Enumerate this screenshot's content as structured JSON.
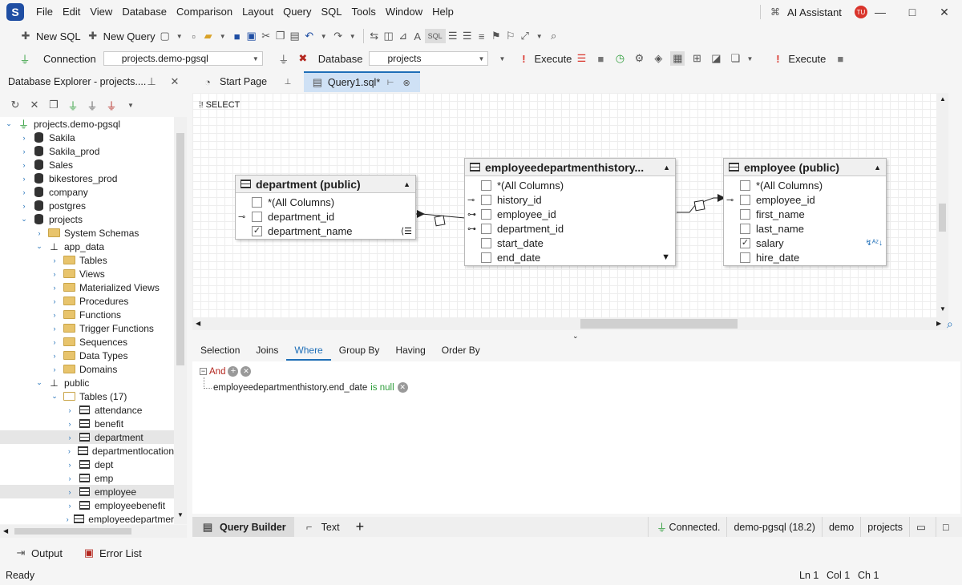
{
  "menu": [
    "File",
    "Edit",
    "View",
    "Database",
    "Comparison",
    "Layout",
    "Query",
    "SQL",
    "Tools",
    "Window",
    "Help"
  ],
  "ai_assistant": "AI Assistant",
  "avatar_initials": "TU",
  "toolbar1": {
    "new_sql": "New SQL",
    "new_query": "New Query"
  },
  "toolbar2": {
    "connection_label": "Connection",
    "connection_value": "projects.demo-pgsql",
    "database_label": "Database",
    "database_value": "projects",
    "execute": "Execute",
    "execute2": "Execute"
  },
  "explorer": {
    "title": "Database Explorer - projects....",
    "items": [
      {
        "label": "projects.demo-pgsql",
        "level": 0,
        "icon": "plug",
        "chev": "open"
      },
      {
        "label": "Sakila",
        "level": 1,
        "icon": "db",
        "chev": "closed"
      },
      {
        "label": "Sakila_prod",
        "level": 1,
        "icon": "db",
        "chev": "closed"
      },
      {
        "label": "Sales",
        "level": 1,
        "icon": "db",
        "chev": "closed"
      },
      {
        "label": "bikestores_prod",
        "level": 1,
        "icon": "db",
        "chev": "closed"
      },
      {
        "label": "company",
        "level": 1,
        "icon": "db",
        "chev": "closed"
      },
      {
        "label": "postgres",
        "level": 1,
        "icon": "db",
        "chev": "closed"
      },
      {
        "label": "projects",
        "level": 1,
        "icon": "db",
        "chev": "open"
      },
      {
        "label": "System Schemas",
        "level": 2,
        "icon": "folder",
        "chev": "closed"
      },
      {
        "label": "app_data",
        "level": 2,
        "icon": "schema",
        "chev": "open"
      },
      {
        "label": "Tables",
        "level": 3,
        "icon": "folder",
        "chev": "closed"
      },
      {
        "label": "Views",
        "level": 3,
        "icon": "folder",
        "chev": "closed"
      },
      {
        "label": "Materialized Views",
        "level": 3,
        "icon": "folder",
        "chev": "closed"
      },
      {
        "label": "Procedures",
        "level": 3,
        "icon": "folder",
        "chev": "closed"
      },
      {
        "label": "Functions",
        "level": 3,
        "icon": "folder",
        "chev": "closed"
      },
      {
        "label": "Trigger Functions",
        "level": 3,
        "icon": "folder",
        "chev": "closed"
      },
      {
        "label": "Sequences",
        "level": 3,
        "icon": "folder",
        "chev": "closed"
      },
      {
        "label": "Data Types",
        "level": 3,
        "icon": "folder",
        "chev": "closed"
      },
      {
        "label": "Domains",
        "level": 3,
        "icon": "folder",
        "chev": "closed"
      },
      {
        "label": "public",
        "level": 2,
        "icon": "schema",
        "chev": "open"
      },
      {
        "label": "Tables (17)",
        "level": 3,
        "icon": "folder-open",
        "chev": "open"
      },
      {
        "label": "attendance",
        "level": 4,
        "icon": "table",
        "chev": "closed"
      },
      {
        "label": "benefit",
        "level": 4,
        "icon": "table",
        "chev": "closed"
      },
      {
        "label": "department",
        "level": 4,
        "icon": "table",
        "chev": "closed",
        "selected": true
      },
      {
        "label": "departmentlocation",
        "level": 4,
        "icon": "table",
        "chev": "closed"
      },
      {
        "label": "dept",
        "level": 4,
        "icon": "table",
        "chev": "closed"
      },
      {
        "label": "emp",
        "level": 4,
        "icon": "table",
        "chev": "closed"
      },
      {
        "label": "employee",
        "level": 4,
        "icon": "table",
        "chev": "closed",
        "selected": true
      },
      {
        "label": "employeebenefit",
        "level": 4,
        "icon": "table",
        "chev": "closed"
      },
      {
        "label": "employeedepartmer",
        "level": 4,
        "icon": "table",
        "chev": "closed"
      }
    ]
  },
  "doc_tabs": {
    "start_page": "Start Page",
    "query": "Query1.sql*"
  },
  "diagram": {
    "select_label": "SELECT",
    "tables": [
      {
        "title": "department (public)",
        "columns": [
          {
            "name": "*(All Columns)",
            "checked": false,
            "key": ""
          },
          {
            "name": "department_id",
            "checked": false,
            "key": "pk"
          },
          {
            "name": "department_name",
            "checked": true,
            "key": ""
          }
        ]
      },
      {
        "title": "employeedepartmenthistory...",
        "columns": [
          {
            "name": "*(All Columns)",
            "checked": false,
            "key": ""
          },
          {
            "name": "history_id",
            "checked": false,
            "key": "pk"
          },
          {
            "name": "employee_id",
            "checked": false,
            "key": "fk"
          },
          {
            "name": "department_id",
            "checked": false,
            "key": "fk"
          },
          {
            "name": "start_date",
            "checked": false,
            "key": ""
          },
          {
            "name": "end_date",
            "checked": false,
            "key": ""
          }
        ]
      },
      {
        "title": "employee (public)",
        "columns": [
          {
            "name": "*(All Columns)",
            "checked": false,
            "key": ""
          },
          {
            "name": "employee_id",
            "checked": false,
            "key": "pk"
          },
          {
            "name": "first_name",
            "checked": false,
            "key": ""
          },
          {
            "name": "last_name",
            "checked": false,
            "key": ""
          },
          {
            "name": "salary",
            "checked": true,
            "key": ""
          },
          {
            "name": "hire_date",
            "checked": false,
            "key": ""
          }
        ]
      }
    ]
  },
  "builder_tabs": [
    "Selection",
    "Joins",
    "Where",
    "Group By",
    "Having",
    "Order By"
  ],
  "active_builder_tab": "Where",
  "where": {
    "group_op": "And",
    "condition_field": "employeedepartmenthistory.end_date",
    "condition_op": "is null"
  },
  "editor_tabs": {
    "query_builder": "Query Builder",
    "text": "Text"
  },
  "connection_status": {
    "state": "Connected.",
    "server": "demo-pgsql (18.2)",
    "user": "demo",
    "database": "projects"
  },
  "output_tabs": {
    "output": "Output",
    "error_list": "Error List"
  },
  "status": {
    "ready": "Ready",
    "ln": "Ln 1",
    "col": "Col 1",
    "ch": "Ch 1"
  },
  "colors": {
    "accent": "#1f6fb8",
    "brand": "#1f4ea3",
    "connected": "#2e9d3a",
    "where_op": "#2e9d3a",
    "and_color": "#b3261e"
  }
}
